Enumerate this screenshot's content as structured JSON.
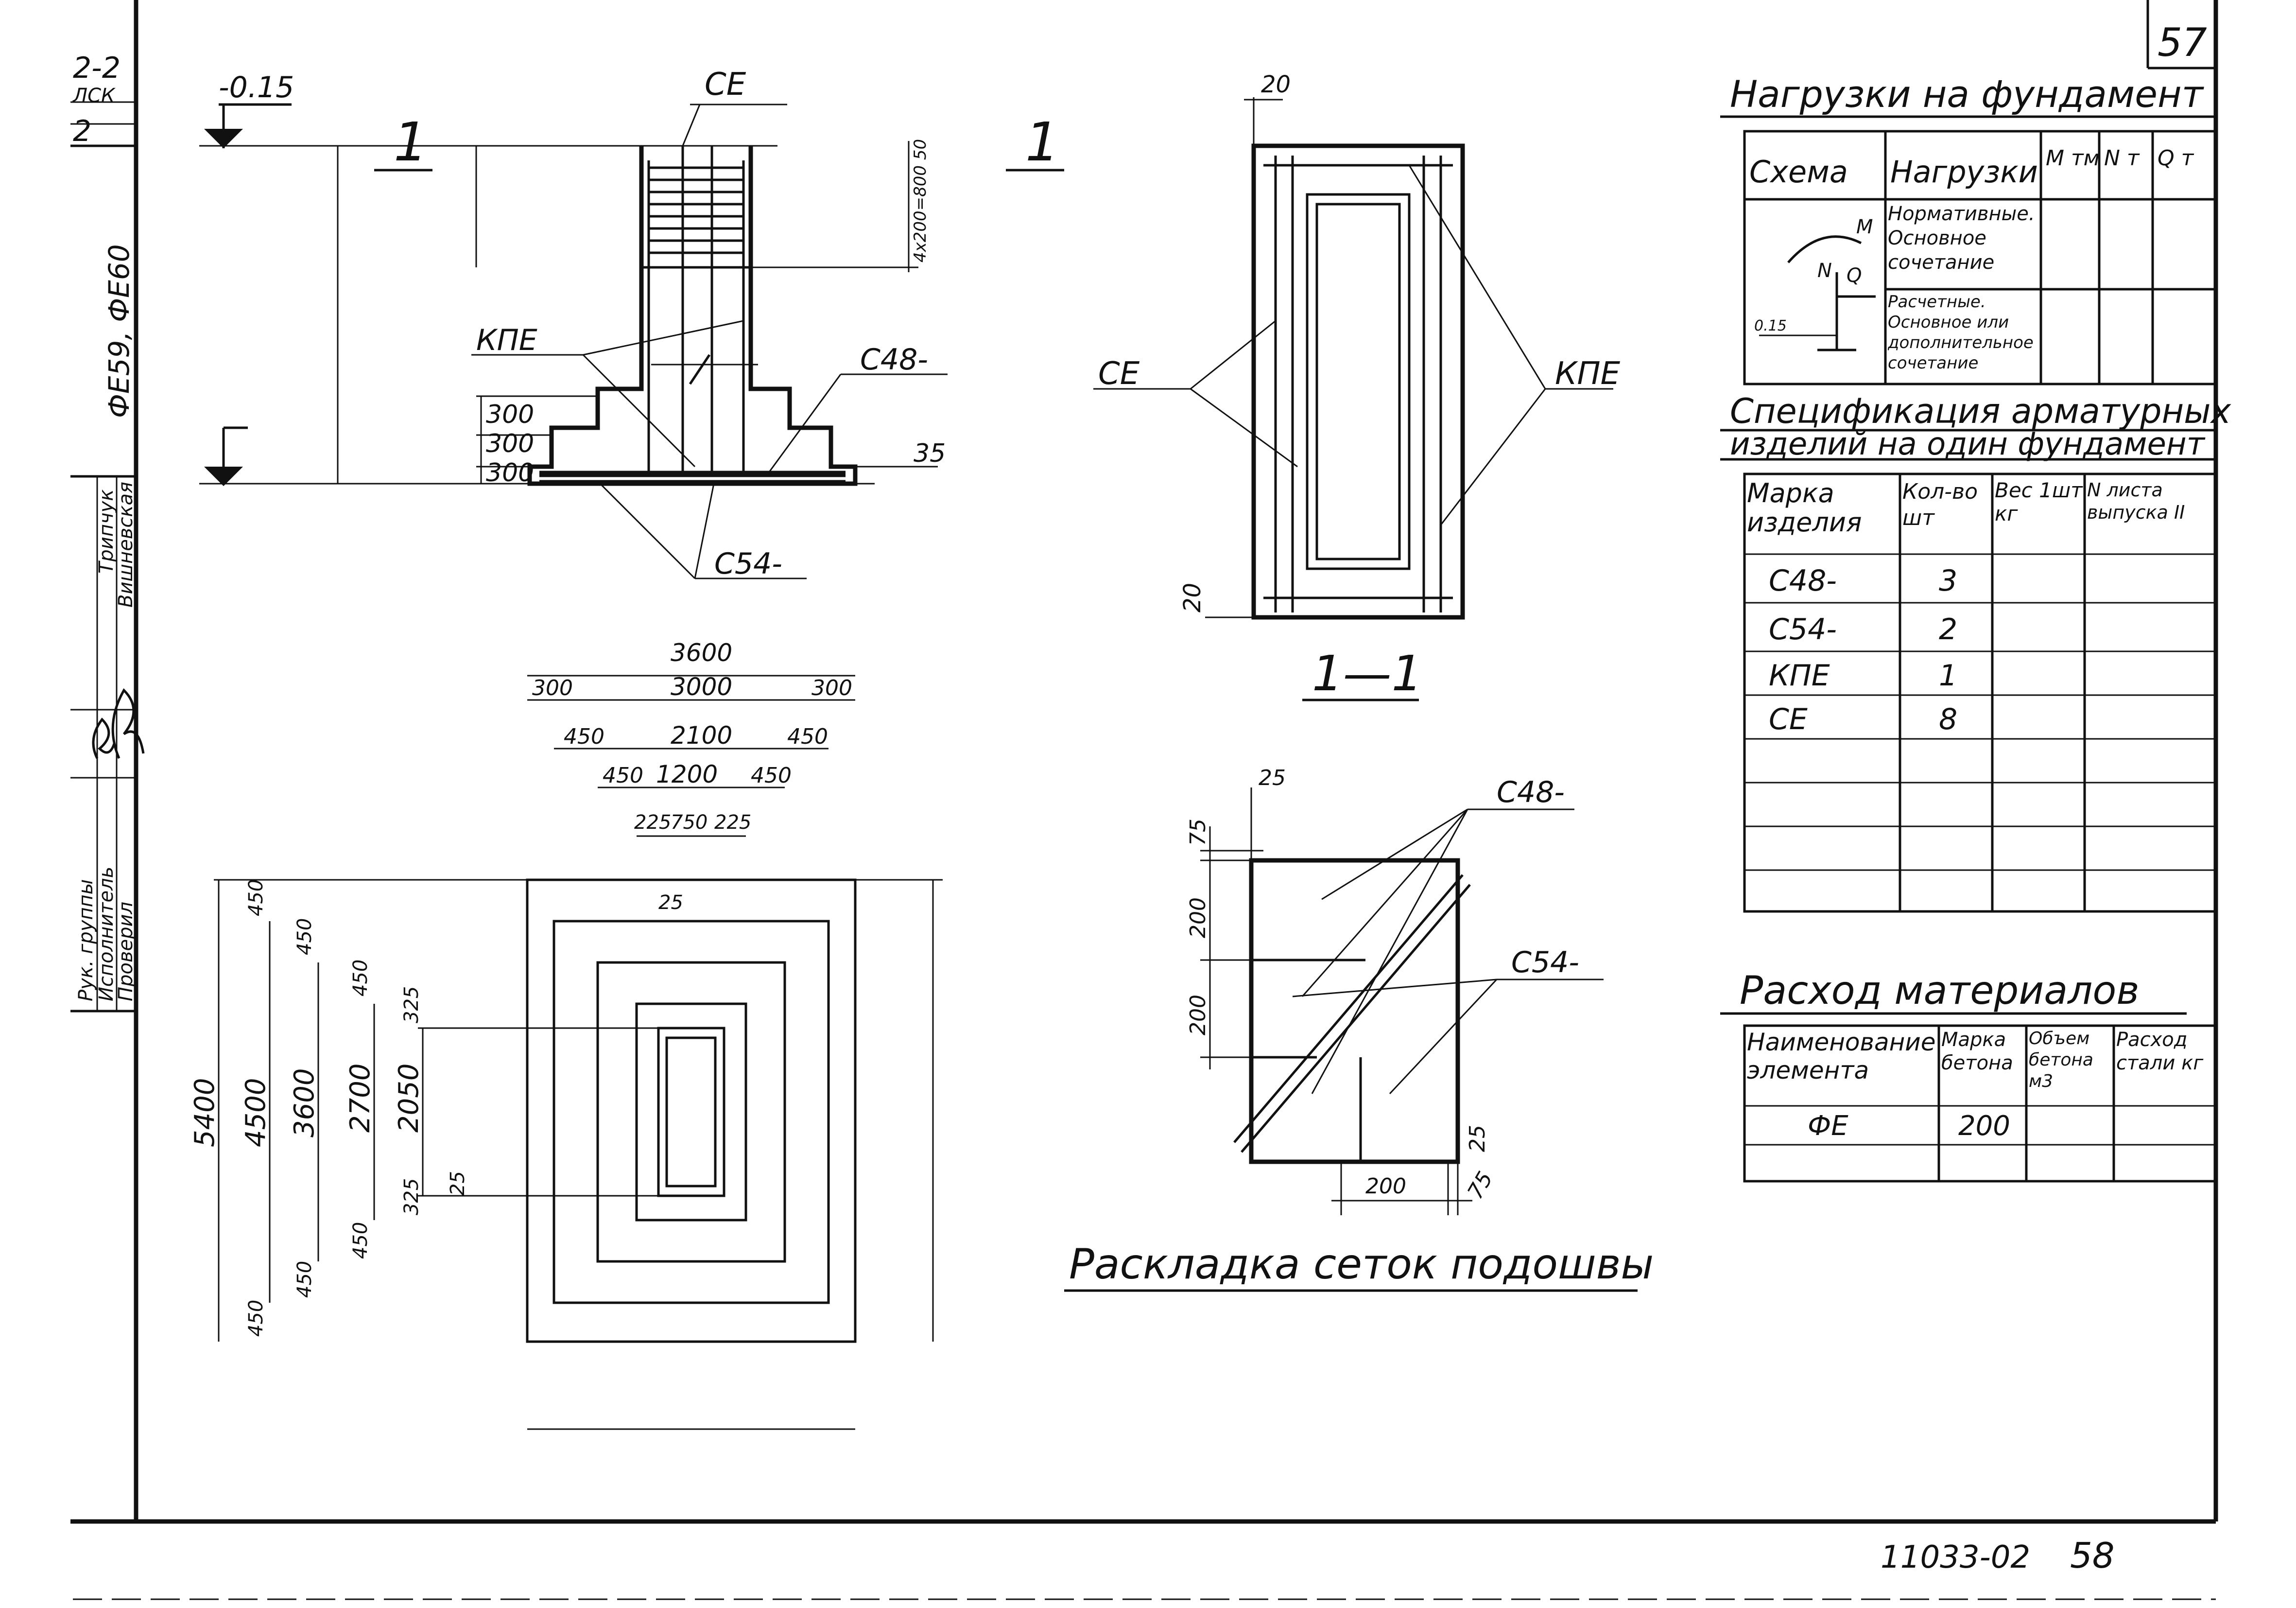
{
  "page_number": "57",
  "footer": {
    "doc_code": "11033-02",
    "page": "58"
  },
  "side_stamp": {
    "corner": [
      "2-2",
      "ЛСК",
      "2"
    ],
    "marks": "ФЕ59, ФЕ60",
    "roles": [
      "Рук. группы",
      "Исполнитель",
      "Проверил"
    ],
    "names": [
      "Трипчук",
      "Вишневская"
    ]
  },
  "section_view": {
    "title": "1",
    "level_top": "-0.15",
    "level_bottom": "",
    "label_ce": "СЕ",
    "label_kpe": "КПЕ",
    "label_c48": "С48-",
    "label_c54": "С54-",
    "cut_mark": "1",
    "step_dims": [
      "300",
      "300",
      "300"
    ],
    "dim_35": "35",
    "dim_side": "4x200=800 50"
  },
  "section_1_1": {
    "title": "1—1",
    "dim_top": "20",
    "dim_bottom": "20",
    "label_ce": "СЕ",
    "label_kpe": "КПЕ"
  },
  "plan": {
    "top_dims": [
      "3600",
      "300",
      "3000",
      "300",
      "450",
      "2100",
      "450",
      "450",
      "1200",
      "450",
      "225",
      "750",
      "225",
      "25"
    ],
    "left_dims": [
      "5400",
      "4500",
      "3600",
      "2700",
      "2050",
      "450",
      "450",
      "450",
      "325",
      "325",
      "450",
      "450",
      "450",
      "25"
    ]
  },
  "mesh_layout": {
    "title": "Раскладка сеток подошвы",
    "label_c48": "С48-",
    "label_c54": "С54-",
    "dims": [
      "25",
      "75",
      "200",
      "200",
      "25",
      "200",
      "75"
    ]
  },
  "loads_table": {
    "title": "Нагрузки на фундамент",
    "headers": [
      "Схема",
      "Нагрузки",
      "M тм",
      "N т",
      "Q т"
    ],
    "rows": [
      [
        "Нормативные. Основное сочетание"
      ],
      [
        "Расчетные. Основное или дополнительное сочетание"
      ]
    ],
    "scheme_labels": [
      "M",
      "N",
      "Q",
      "0.15"
    ]
  },
  "spec_table": {
    "title_line1": "Спецификация арматурных",
    "title_line2": "изделий на один фундамент",
    "headers": [
      "Марка изделия",
      "Кол-во шт",
      "Вес 1шт кг",
      "N листа выпуска II"
    ],
    "rows": [
      [
        "С48-",
        "3"
      ],
      [
        "С54-",
        "2"
      ],
      [
        "КПЕ",
        "1"
      ],
      [
        "СЕ",
        "8"
      ]
    ]
  },
  "materials_table": {
    "title": "Расход материалов",
    "headers": [
      "Наименование элемента",
      "Марка бетона",
      "Объем бетона м3",
      "Расход стали кг"
    ],
    "rows": [
      [
        "ФЕ",
        "200",
        "",
        ""
      ]
    ]
  }
}
